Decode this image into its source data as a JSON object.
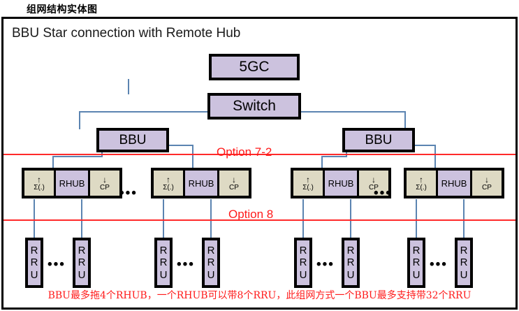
{
  "page": {
    "caption": "组网结构实体图",
    "title": "BBU Star connection with Remote Hub",
    "bottom_note": "BBU最多拖4个RHUB，一个RHUB可以带8个RRU，此组网方式一个BBU最多支持带32个RRU"
  },
  "colors": {
    "node_fill": "#ccc2de",
    "cell_fill": "#dedac4",
    "border": "#000000",
    "connector": "#5b84b1",
    "accent_red": "#ff1a1a"
  },
  "nodes": {
    "core": {
      "label": "5GC"
    },
    "switch": {
      "label": "Switch"
    },
    "bbu_left": {
      "label": "BBU"
    },
    "bbu_right": {
      "label": "BBU"
    }
  },
  "rhub_template": {
    "left_arrow": "↑",
    "left_sub": "Σ(.)",
    "center": "RHUB",
    "right_arrow": "↓",
    "right_sub": "CP"
  },
  "rhubs": [
    {
      "id": "rhub-1",
      "center": "RHUB",
      "left_arrow": "↑",
      "left_sub": "Σ(.)",
      "right_arrow": "↓",
      "right_sub": "CP"
    },
    {
      "id": "rhub-2",
      "center": "RHUB",
      "left_arrow": "↑",
      "left_sub": "Σ(.)",
      "right_arrow": "↓",
      "right_sub": "CP"
    },
    {
      "id": "rhub-3",
      "center": "RHUB",
      "left_arrow": "↑",
      "left_sub": "Σ(.)",
      "right_arrow": "↓",
      "right_sub": "CP"
    },
    {
      "id": "rhub-4",
      "center": "RHUB",
      "left_arrow": "↑",
      "left_sub": "Σ(.)",
      "right_arrow": "↓",
      "right_sub": "CP"
    }
  ],
  "rru_letters": [
    "R",
    "R",
    "U"
  ],
  "rrus": [
    {
      "id": "rru-1"
    },
    {
      "id": "rru-2"
    },
    {
      "id": "rru-3"
    },
    {
      "id": "rru-4"
    },
    {
      "id": "rru-5"
    },
    {
      "id": "rru-6"
    },
    {
      "id": "rru-7"
    },
    {
      "id": "rru-8"
    }
  ],
  "ellipses": [
    {
      "id": "dots-rhub-1",
      "text": "•••"
    },
    {
      "id": "dots-rhub-2",
      "text": "•••"
    },
    {
      "id": "dots-rru-1",
      "text": "•••"
    },
    {
      "id": "dots-rru-2",
      "text": "•••"
    },
    {
      "id": "dots-rru-3",
      "text": "•••"
    },
    {
      "id": "dots-rru-4",
      "text": "•••"
    }
  ],
  "options": [
    {
      "id": "option-7-2",
      "label": "Option 7-2"
    },
    {
      "id": "option-8",
      "label": "Option 8"
    }
  ]
}
